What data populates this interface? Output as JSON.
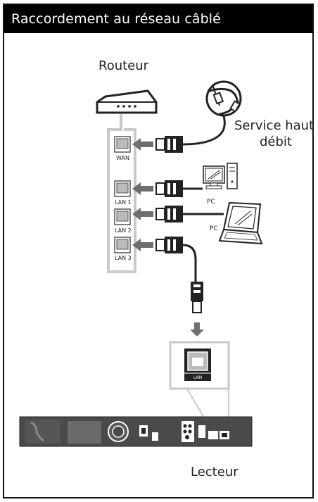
{
  "header": {
    "title": "Raccordement au réseau câblé"
  },
  "labels": {
    "router": "Routeur",
    "service_line1": "Service haut",
    "service_line2": "débit",
    "pc1": "PC",
    "pc2": "PC",
    "player": "Lecteur"
  },
  "ports": {
    "wan": "WAN",
    "lan1": "LAN 1",
    "lan2": "LAN 2",
    "lan3": "LAN 3",
    "player_lan": "LAN"
  },
  "colors": {
    "router_panel": "#c9c9c9",
    "arrow": "#6e6e6e",
    "device_body": "#4a4a4a",
    "header_bg": "#000000"
  }
}
